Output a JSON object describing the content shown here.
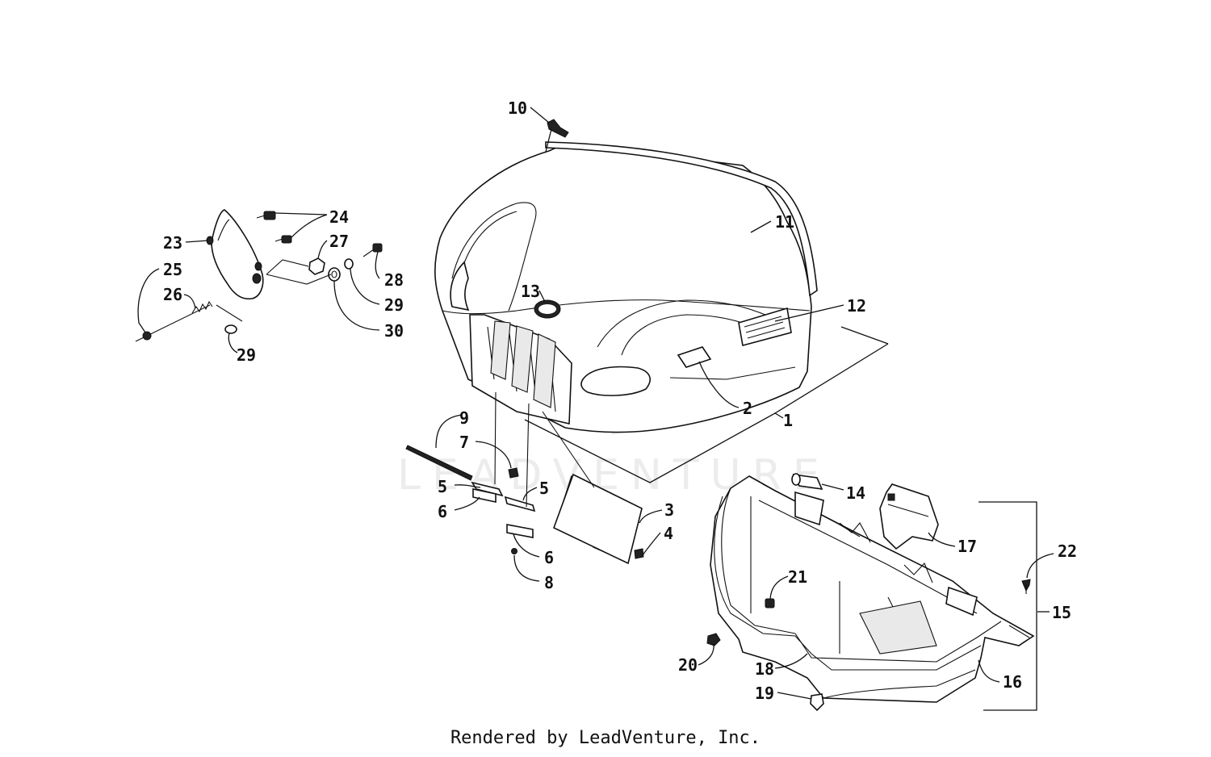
{
  "footer_text": "Rendered by LeadVenture, Inc.",
  "watermark": "LEADVENTURE",
  "callouts": [
    "1",
    "2",
    "3",
    "4",
    "5",
    "5",
    "6",
    "6",
    "7",
    "8",
    "9",
    "10",
    "11",
    "12",
    "13",
    "14",
    "15",
    "16",
    "17",
    "18",
    "19",
    "20",
    "21",
    "22",
    "23",
    "24",
    "25",
    "26",
    "27",
    "28",
    "29",
    "29",
    "30"
  ]
}
